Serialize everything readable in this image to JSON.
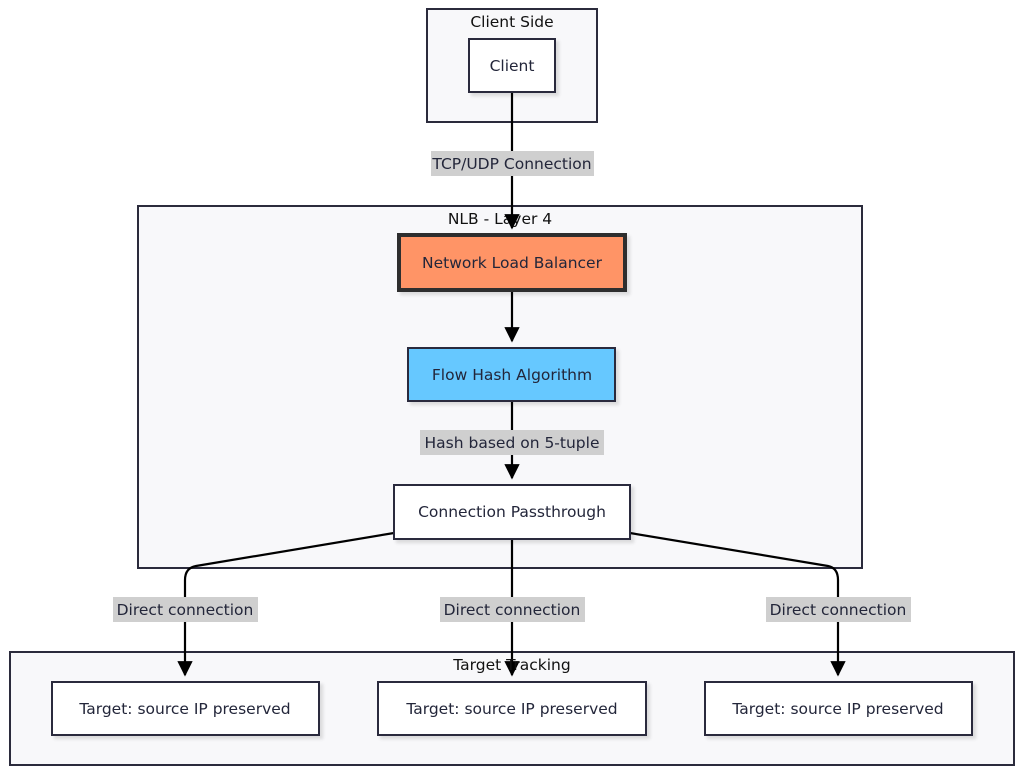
{
  "groups": {
    "client_side": "Client Side",
    "nlb": "NLB - Layer 4",
    "target_tracking": "Target Tracking"
  },
  "nodes": {
    "client": "Client",
    "nlb": "Network Load Balancer",
    "flow_hash": "Flow Hash Algorithm",
    "passthrough": "Connection Passthrough",
    "targets": [
      "Target: source IP preserved",
      "Target: source IP preserved",
      "Target: source IP preserved"
    ]
  },
  "edges": {
    "client_to_nlb": "TCP/UDP Connection",
    "hash_to_passthrough": "Hash based on 5-tuple",
    "to_targets": [
      "Direct connection",
      "Direct connection",
      "Direct connection"
    ]
  },
  "colors": {
    "nlb_fill": "#ff9466",
    "flow_hash_fill": "#66c8ff",
    "node_fill": "#ffffff",
    "group_fill": "#f8f8fa",
    "edge_label_bg": "#cfcfcf"
  }
}
